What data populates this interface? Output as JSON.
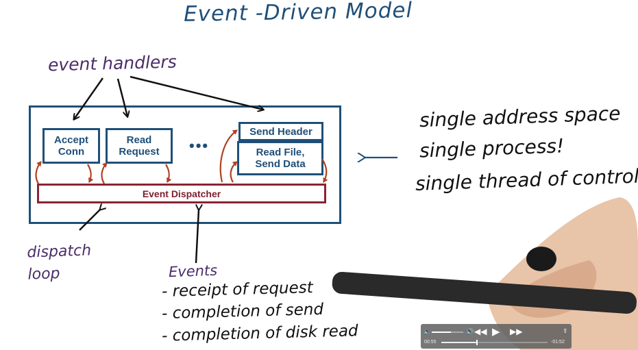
{
  "slide": {
    "title": "Event -Driven Model",
    "handlers_label": "event handlers",
    "dispatch_label": [
      "dispatch",
      "loop"
    ],
    "events_title": "Events",
    "events_items": [
      "- receipt of request",
      "- completion of send",
      "- completion of disk read"
    ],
    "right_notes": [
      "single address space",
      "single process!",
      "single thread of control!"
    ],
    "boxes": {
      "accept": [
        "Accept",
        "Conn"
      ],
      "read_request": [
        "Read",
        "Request"
      ],
      "send_header": "Send Header",
      "read_file": [
        "Read File,",
        "Send Data"
      ],
      "ellipsis": "•••",
      "dispatcher": "Event Dispatcher"
    }
  },
  "player": {
    "elapsed": "00:55",
    "remaining": "-01:52",
    "progress": 0.33,
    "volume": 0.6
  }
}
